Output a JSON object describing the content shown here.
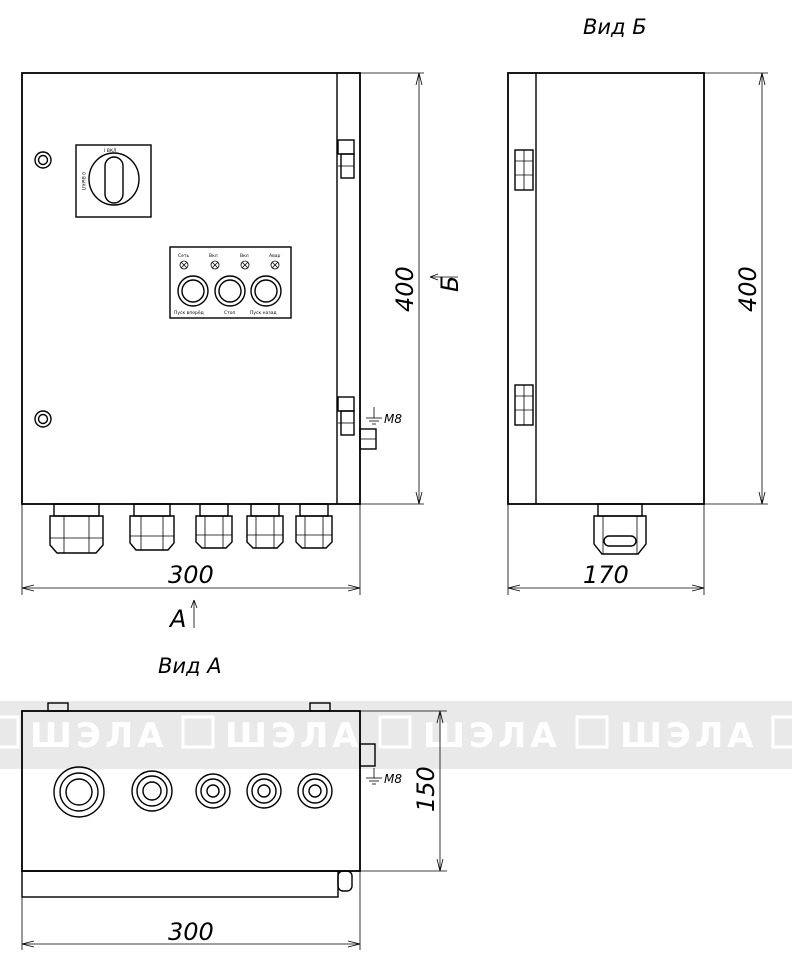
{
  "views": {
    "view_b_title": "Вид Б",
    "view_a_title": "Вид А"
  },
  "dimensions": {
    "front_width": "300",
    "front_height": "400",
    "side_width": "170",
    "side_height": "400",
    "bottom_width": "300",
    "bottom_depth": "150"
  },
  "markers": {
    "section_a": "А",
    "section_b": "Б",
    "ground_thread": "М8",
    "ground_thread_bottom": "М8"
  },
  "switch_plate": {
    "top_label": "I  ВКЛ",
    "side_label": "0  ВЫКЛ"
  },
  "control_panel": {
    "lamps": [
      "Сеть",
      "Вкл",
      "Вкл",
      "Авар"
    ],
    "captions": [
      "Пуск вперёд",
      "Стоп",
      "Пуск назад"
    ]
  },
  "watermark": {
    "text": "ШЭЛА"
  }
}
